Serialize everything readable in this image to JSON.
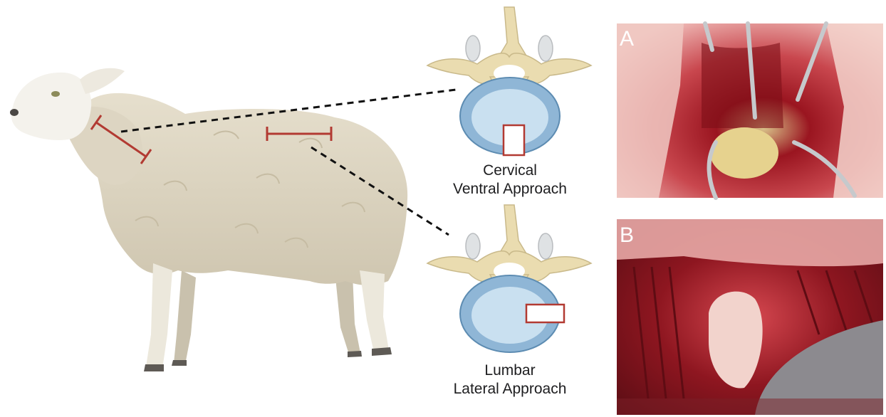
{
  "approaches": {
    "cervical": {
      "line1": "Cervical",
      "line2": "Ventral Approach"
    },
    "lumbar": {
      "line1": "Lumbar",
      "line2": "Lateral Approach"
    }
  },
  "panels": {
    "a": {
      "letter": "A"
    },
    "b": {
      "letter": "B"
    }
  },
  "colors": {
    "incision": "#b23a32",
    "wool": "#ddd5c2",
    "disc_outer": "#8fb6d6",
    "disc_inner": "#c9e0f0",
    "bone": "#eadcb0",
    "tissue": "#a81d26"
  }
}
